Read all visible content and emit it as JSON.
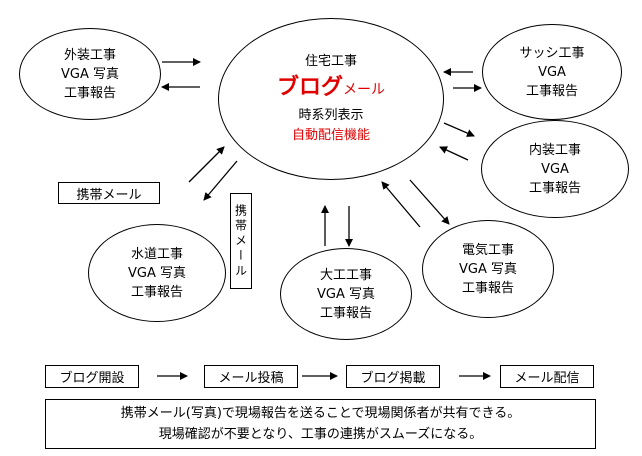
{
  "center": {
    "line1": "住宅工事",
    "brand_main": "ブログ",
    "brand_sub": "メール",
    "line3": "時系列表示",
    "line4": "自動配信機能"
  },
  "nodes": {
    "gaiso": [
      "外装工事",
      "VGA 写真",
      "工事報告"
    ],
    "sash": [
      "サッシ工事",
      "VGA",
      "工事報告"
    ],
    "naiso": [
      "内装工事",
      "VGA",
      "工事報告"
    ],
    "denki": [
      "電気工事",
      "VGA 写真",
      "工事報告"
    ],
    "daiku": [
      "大工工事",
      "VGA 写真",
      "工事報告"
    ],
    "suido": [
      "水道工事",
      "VGA 写真",
      "工事報告"
    ]
  },
  "mobile_mail_h": "携帯メール",
  "mobile_mail_v": "携帯メール",
  "flow": [
    "ブログ開設",
    "メール投稿",
    "ブログ掲載",
    "メール配信"
  ],
  "summary": [
    "携帯メール(写真)で現場報告を送ることで現場関係者が共有できる。",
    "現場確認が不要となり、工事の連携がスムーズになる。"
  ]
}
